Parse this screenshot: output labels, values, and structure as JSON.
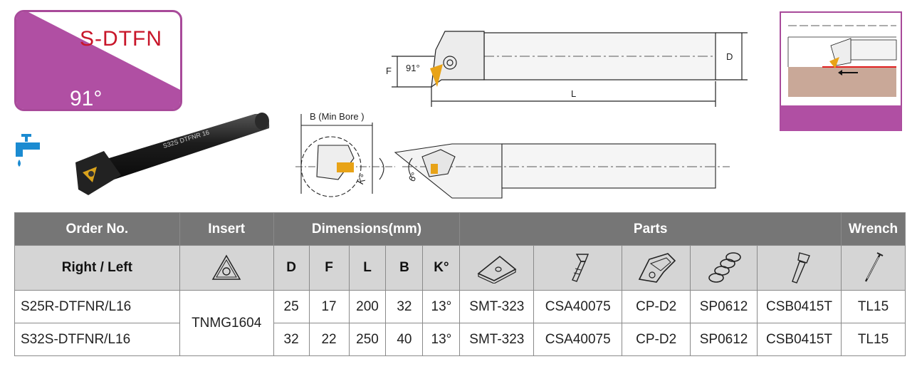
{
  "badge": {
    "title": "S-DTFN",
    "angle": "91°",
    "border_color": "#a84a9a",
    "fill_color": "#b04fa3",
    "title_color": "#c8162a"
  },
  "drawing_labels": {
    "F": "F",
    "D": "D",
    "L": "L",
    "angle_91": "91°",
    "min_bore": "B (Min Bore   )",
    "k_angle": "K°",
    "six_deg": "6°"
  },
  "table": {
    "headers": {
      "order_no": "Order No.",
      "insert": "Insert",
      "dimensions": "Dimensions(mm)",
      "parts": "Parts",
      "wrench": "Wrench"
    },
    "subheaders": {
      "right_left": "Right / Left",
      "D": "D",
      "F": "F",
      "L": "L",
      "B": "B",
      "K": "K°"
    },
    "insert_value": "TNMG1604",
    "rows": [
      {
        "order": "S25R-DTFNR/L16",
        "D": "25",
        "F": "17",
        "L": "200",
        "B": "32",
        "K": "13°",
        "shim": "SMT-323",
        "screw": "CSA40075",
        "clamp": "CP-D2",
        "spring": "SP0612",
        "clamp_screw": "CSB0415T",
        "wrench": "TL15"
      },
      {
        "order": "S32S-DTFNR/L16",
        "D": "32",
        "F": "22",
        "L": "250",
        "B": "40",
        "K": "13°",
        "shim": "SMT-323",
        "screw": "CSA40075",
        "clamp": "CP-D2",
        "spring": "SP0612",
        "clamp_screw": "CSB0415T",
        "wrench": "TL15"
      }
    ]
  },
  "icons": {
    "coolant": "coolant-tap-icon",
    "insert": "triangle-insert-icon",
    "shim": "shim-icon",
    "screw": "countersunk-screw-icon",
    "clamp": "clamp-icon",
    "spring": "spring-icon",
    "clamp_screw": "cap-screw-icon",
    "wrench": "torx-wrench-icon"
  },
  "colors": {
    "header_bg": "#767676",
    "subheader_bg": "#d5d5d5",
    "coolant_blue": "#1b8bd1",
    "insert_gold": "#e8a317",
    "workpiece": "#c9a898"
  }
}
